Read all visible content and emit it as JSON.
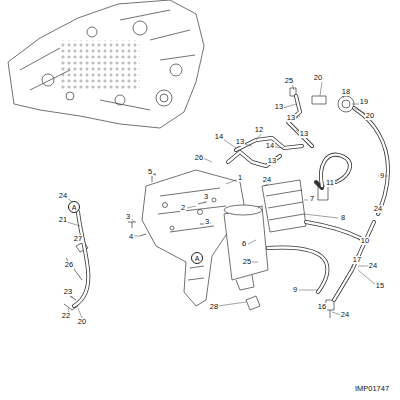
{
  "diagram": {
    "nodes": [
      {
        "text": [
          "A"
        ]
      },
      {
        "text": [
          "A"
        ]
      }
    ],
    "edges": [],
    "labels": [
      "25",
      "20",
      "18",
      "19",
      "20",
      "13",
      "13",
      "13",
      "14",
      "12",
      "13",
      "14",
      "13",
      "9",
      "26",
      "11",
      "5",
      "1",
      "24",
      "7",
      "3",
      "8",
      "24",
      "3",
      "2",
      "3",
      "4",
      "10",
      "17",
      "24",
      "6",
      "25",
      "27",
      "21",
      "24",
      "9",
      "15",
      "26",
      "28",
      "23",
      "22",
      "20",
      "16",
      "24",
      "IMP01747"
    ]
  }
}
